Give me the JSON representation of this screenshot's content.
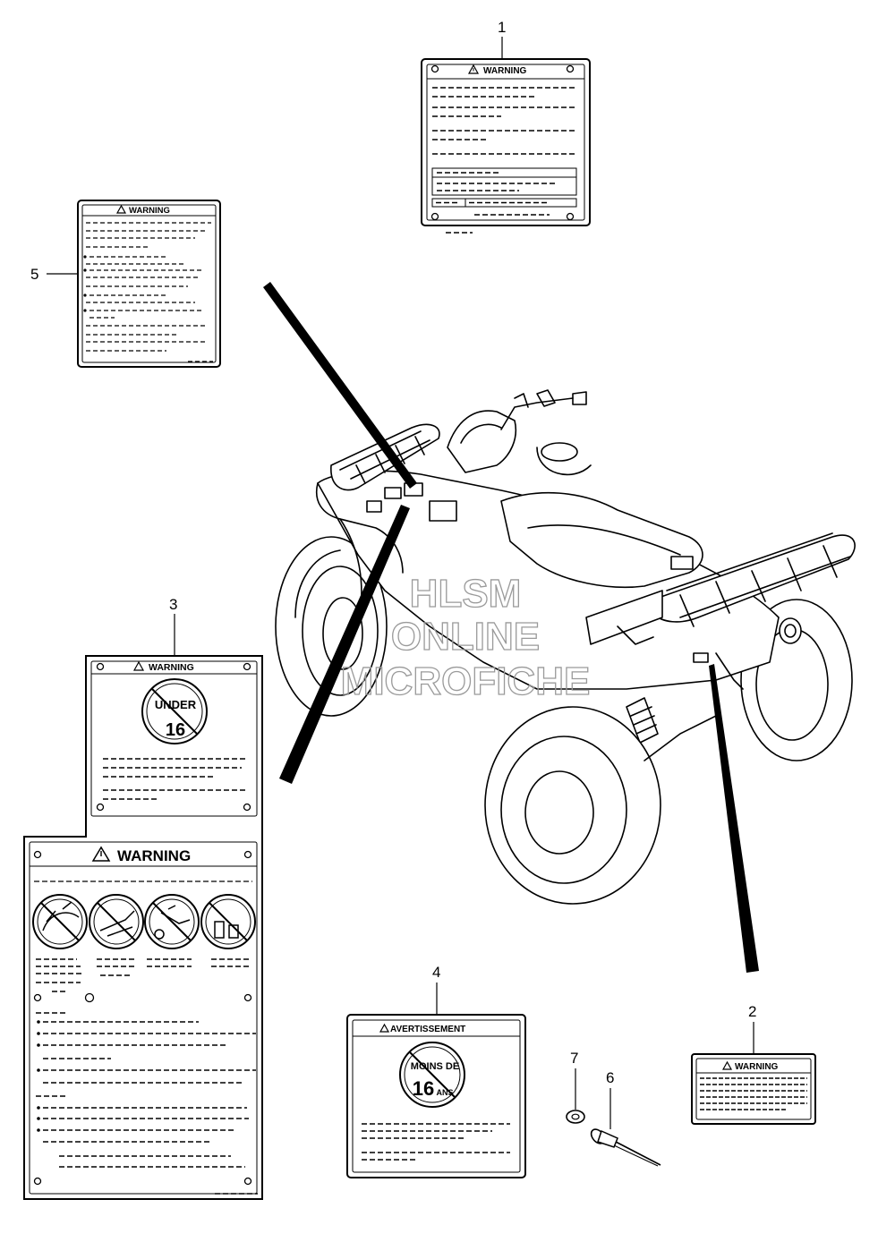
{
  "callouts": {
    "label_1": "1",
    "label_2": "2",
    "label_3": "3",
    "label_4": "4",
    "label_5": "5",
    "label_6": "6",
    "label_7": "7"
  },
  "labels": {
    "label_1_heading": "WARNING",
    "label_2_heading": "WARNING",
    "label_3_heading": "WARNING",
    "label_3_large_heading": "WARNING",
    "label_4_heading": "AVERTISSEMENT",
    "label_5_heading": "WARNING",
    "under_16_line1": "UNDER",
    "under_16_line2": "16",
    "moins_line1": "MOINS DE",
    "moins_line2": "16",
    "moins_line3": "ANS"
  },
  "watermark": {
    "line1": "HLSM",
    "line2": "ONLINE",
    "line3": "MICROFICHE"
  },
  "icons": [
    "warning-triangle-icon",
    "no-passenger-icon",
    "no-riding-icon",
    "no-wheelie-icon",
    "no-alcohol-icon"
  ]
}
